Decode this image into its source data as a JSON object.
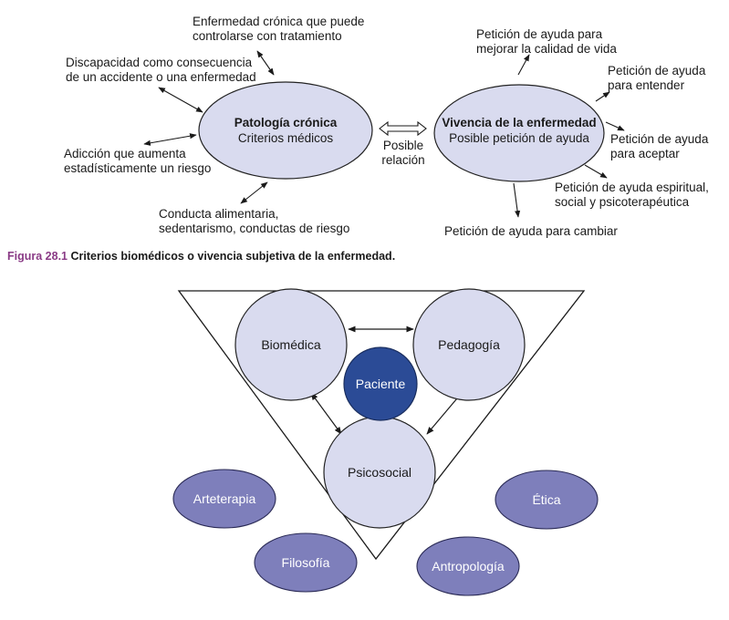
{
  "figure1": {
    "left_ellipse": {
      "title": "Patología crónica",
      "subtitle": "Criterios médicos"
    },
    "right_ellipse": {
      "title": "Vivencia de la enfermedad",
      "subtitle": "Posible petición de ayuda"
    },
    "relation_label": [
      "Posible",
      "relación"
    ],
    "left_labels": {
      "top": [
        "Enfermedad crónica que puede",
        "controlarse con tratamiento"
      ],
      "upper_left": [
        "Discapacidad como consecuencia",
        "de un accidente o una enfermedad"
      ],
      "lower_left": [
        "Adicción que aumenta",
        "estadísticamente un riesgo"
      ],
      "bottom": [
        "Conducta alimentaria,",
        "sedentarismo, conductas de riesgo"
      ]
    },
    "right_labels": {
      "top": [
        "Petición de ayuda para",
        "mejorar la calidad de vida"
      ],
      "upper_right": [
        "Petición de ayuda",
        "para entender"
      ],
      "right": [
        "Petición de ayuda",
        "para aceptar"
      ],
      "lower_right": [
        "Petición de ayuda espiritual,",
        "social y psicoterapéutica"
      ],
      "bottom": [
        "Petición de ayuda para cambiar"
      ]
    },
    "caption_number": "Figura 28.1",
    "caption_text": "Criterios biomédicos o vivencia subjetiva de la enfermedad."
  },
  "figure2": {
    "circles": {
      "biomedica": "Biomédica",
      "pedagogia": "Pedagogía",
      "psicosocial": "Psicosocial",
      "paciente": "Paciente"
    },
    "outer": {
      "arteterapia": "Arteterapia",
      "etica": "Ética",
      "filosofia": "Filosofía",
      "antropologia": "Antropología"
    }
  },
  "colors": {
    "light_fill": "#d9dbef",
    "outer_fill": "#7e7fbb",
    "patient_fill": "#2b4b96",
    "caption_accent": "#8a3b86"
  }
}
